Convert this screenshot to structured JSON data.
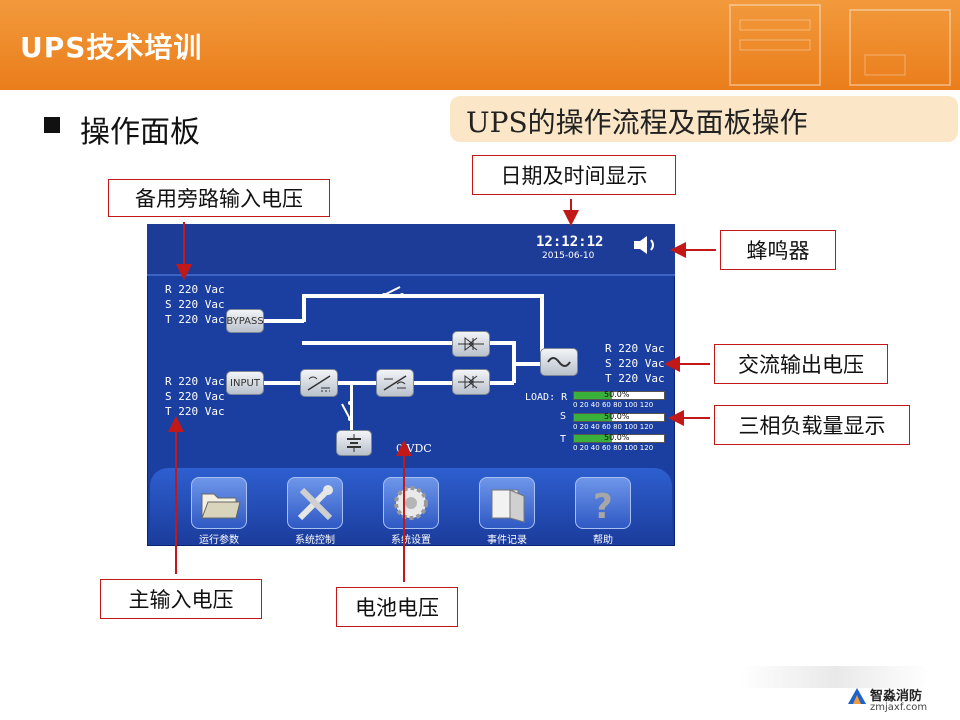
{
  "header": {
    "title": "UPS技术培训",
    "color": "#ea7d1b"
  },
  "section": {
    "title": "操作面板"
  },
  "banner": {
    "text": "UPS的操作流程及面板操作"
  },
  "callouts": {
    "bypass_input_voltage": "备用旁路输入电压",
    "date_time": "日期及时间显示",
    "buzzer": "蜂鸣器",
    "ac_output_voltage": "交流输出电压",
    "three_phase_load": "三相负载量显示",
    "main_input_voltage": "主输入电压",
    "battery_voltage": "电池电压"
  },
  "screen": {
    "time": "12:12:12",
    "date": "2015-06-10",
    "buzzer_icon": "speaker-icon",
    "bypass": {
      "r": "R 220 Vac",
      "s": "S 220 Vac",
      "t": "T 220 Vac",
      "block": "BYPASS"
    },
    "input": {
      "r": "R 220 Vac",
      "s": "S 220 Vac",
      "t": "T 220 Vac",
      "block": "INPUT"
    },
    "output": {
      "r": "R 220 Vac",
      "s": "S 220 Vac",
      "t": "T 220 Vac"
    },
    "battery": "0 VDC",
    "load": {
      "label": "LOAD: R",
      "phases": [
        {
          "phase": "R",
          "percent": 50,
          "text": "50.0%"
        },
        {
          "phase": "S",
          "percent": 50,
          "text": "50.0%"
        },
        {
          "phase": "T",
          "percent": 50,
          "text": "50.0%"
        }
      ],
      "scale": "0  20  40  60  80  100 120"
    },
    "dock": [
      {
        "label": "运行参数",
        "icon": "folder-icon"
      },
      {
        "label": "系统控制",
        "icon": "tools-icon"
      },
      {
        "label": "系统设置",
        "icon": "settings-gear-icon"
      },
      {
        "label": "事件记录",
        "icon": "event-log-icon"
      },
      {
        "label": "帮助",
        "icon": "help-icon"
      }
    ]
  },
  "watermark": {
    "name": "智淼消防",
    "url": "zmjaxf.com"
  }
}
